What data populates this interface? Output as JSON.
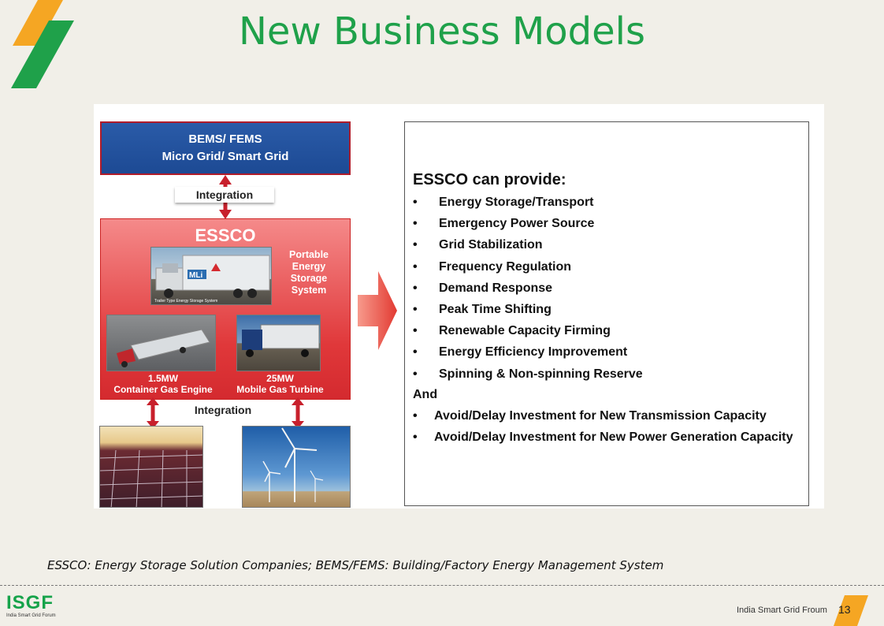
{
  "slide": {
    "title": "New Business Models",
    "page_number": "13"
  },
  "diagram": {
    "bems_line1": "BEMS/ FEMS",
    "bems_line2": "Micro Grid/ Smart Grid",
    "integration_top": "Integration",
    "essco_title": "ESSCO",
    "portable_label": "Portable Energy Storage System",
    "trailer_caption": "Trailer Type Energy Storage System",
    "container_caption_1": "1.5MW",
    "container_caption_2": "Container Gas Engine",
    "turbine_caption_1": "25MW",
    "turbine_caption_2": "Mobile Gas Turbine",
    "integration_bottom": "Integration"
  },
  "essco_list": {
    "heading": "ESSCO can provide:",
    "items": [
      "Energy Storage/Transport",
      "Emergency Power Source",
      "Grid Stabilization",
      "Frequency Regulation",
      "Demand Response",
      "Peak Time Shifting",
      "Renewable Capacity Firming",
      "Energy Efficiency Improvement",
      "Spinning & Non-spinning Reserve"
    ],
    "and_label": "And",
    "sub_items": [
      "Avoid/Delay Investment for New Transmission Capacity",
      "Avoid/Delay Investment for New Power Generation Capacity"
    ]
  },
  "footnote": "ESSCO: Energy Storage Solution Companies; BEMS/FEMS: Building/Factory Energy Management System",
  "footer": {
    "logo_text": "ISGF",
    "logo_sub": "India Smart Grid Forum",
    "forum_name": "India Smart Grid Froum"
  },
  "colors": {
    "title_green": "#1fa14a",
    "bems_blue": "#1d4a94",
    "essco_red": "#e0383a",
    "accent_orange": "#f5a623"
  }
}
